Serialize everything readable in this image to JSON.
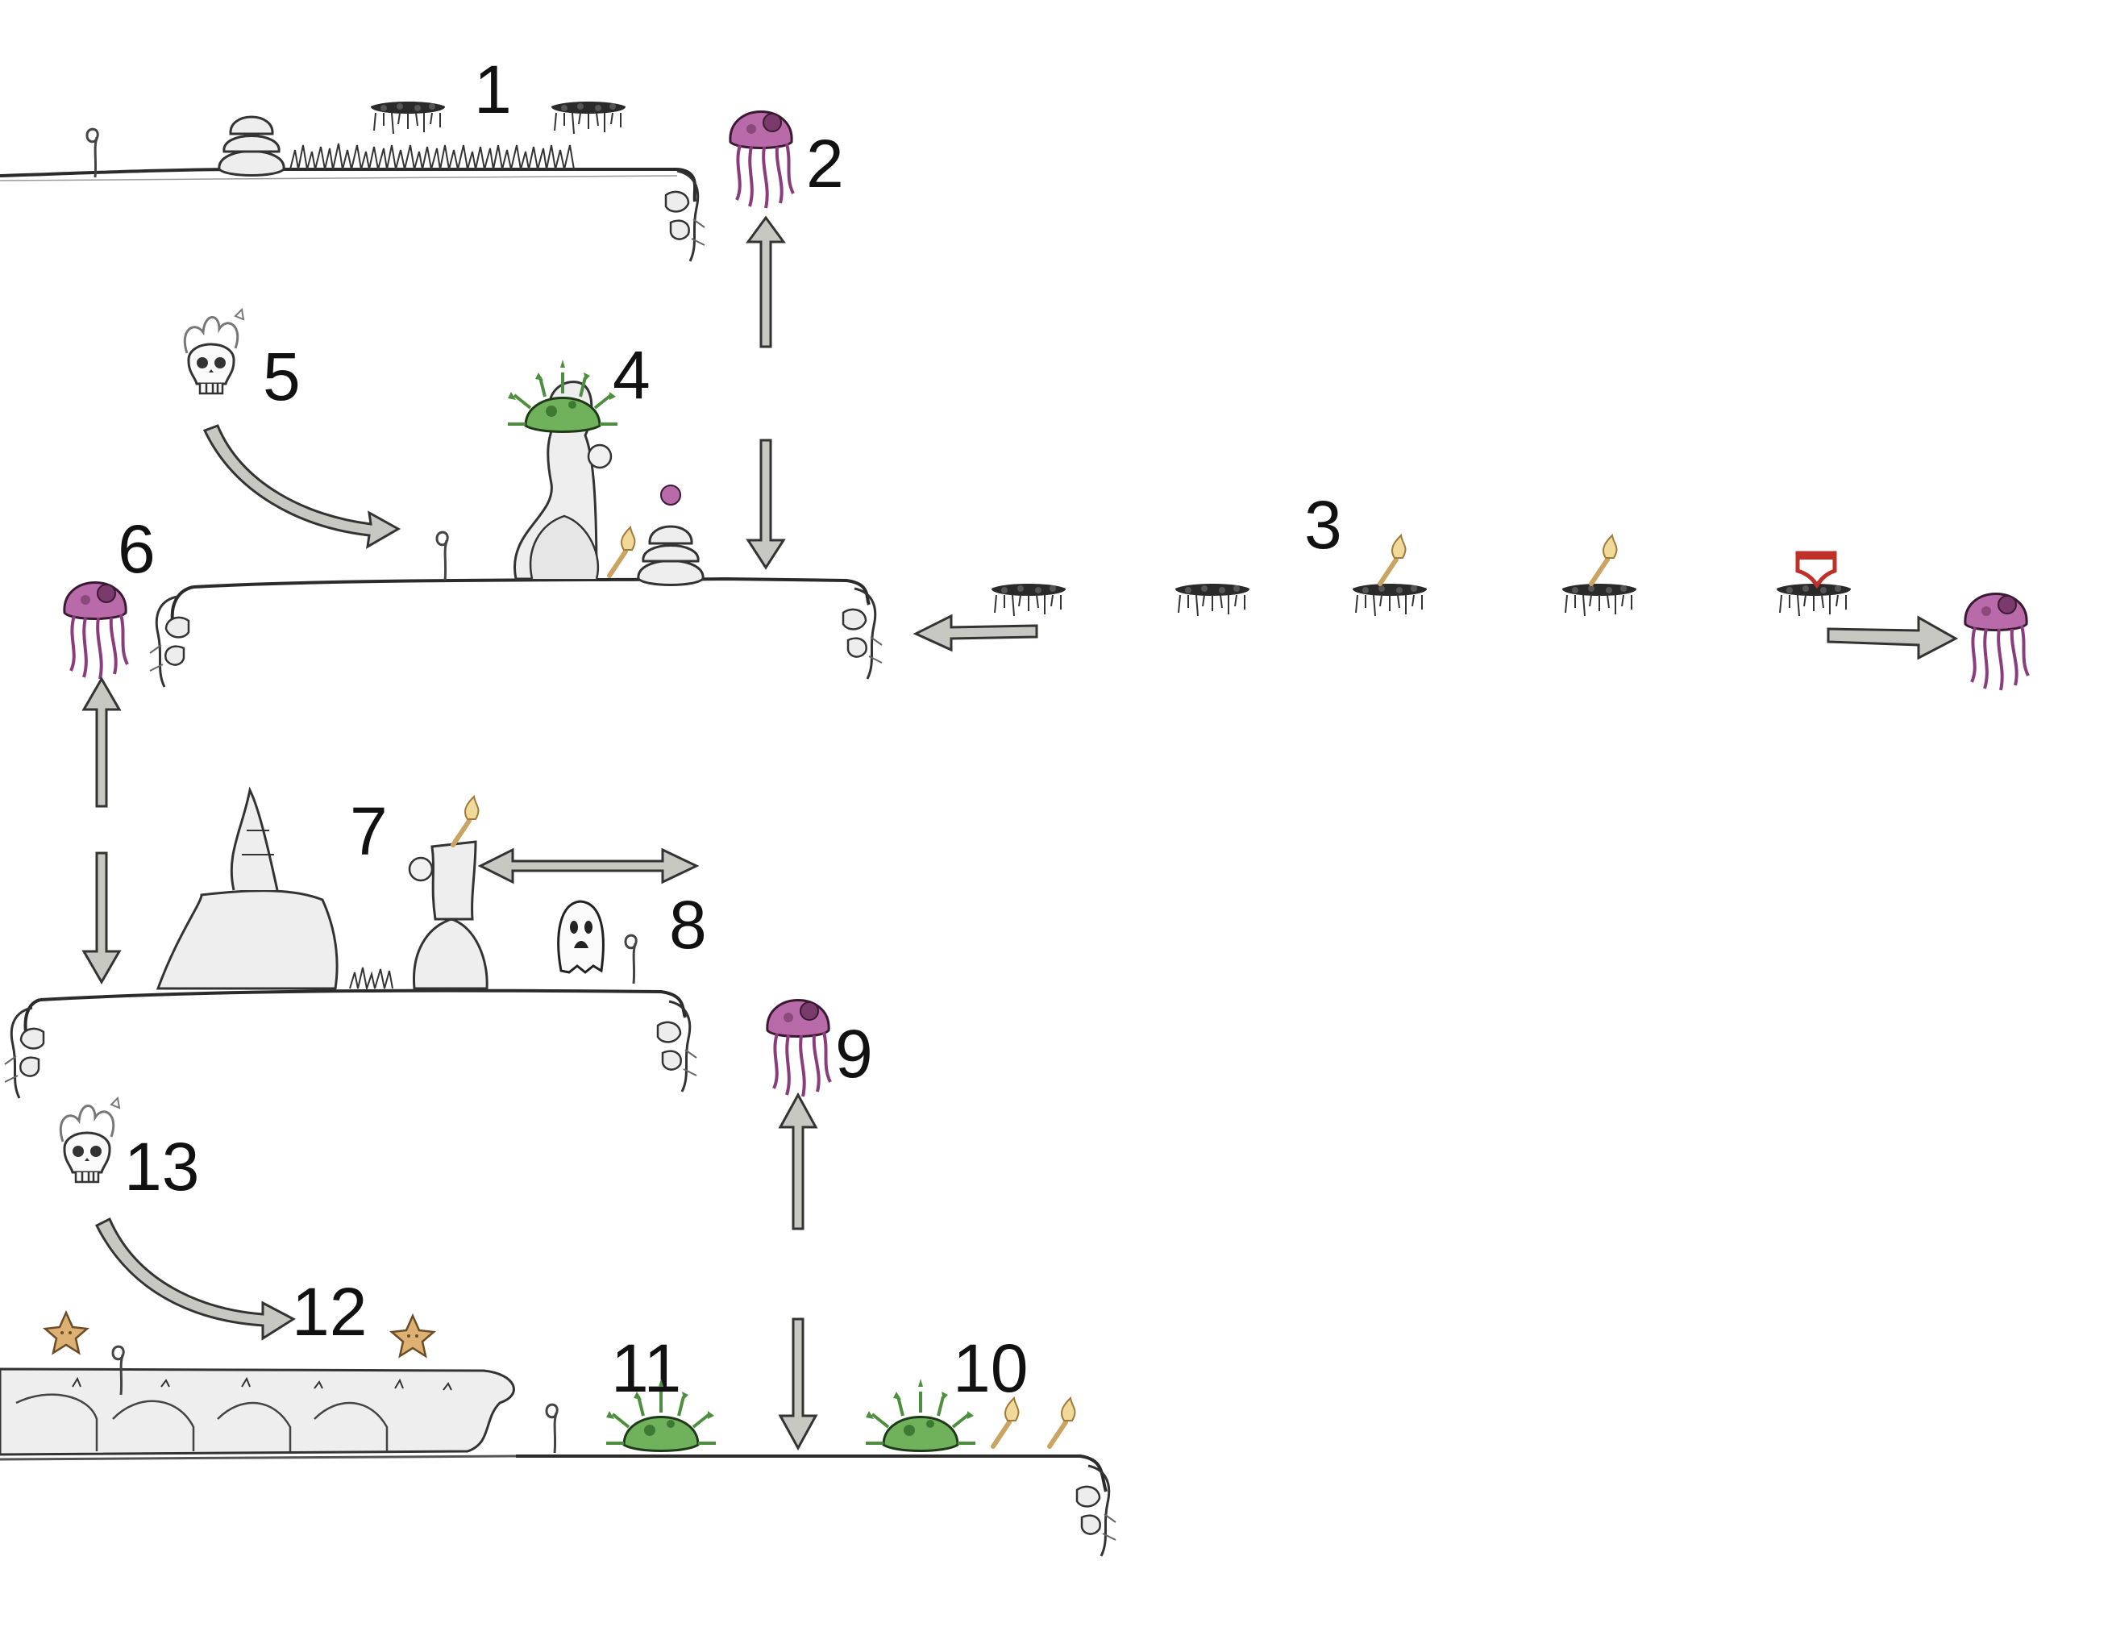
{
  "level_map": {
    "markers": [
      "1",
      "2",
      "3",
      "4",
      "5",
      "6",
      "7",
      "8",
      "9",
      "10",
      "11",
      "12",
      "13"
    ]
  },
  "colors": {
    "ink": "#2b2b2b",
    "ground_fill": "#f4f4f0",
    "rock_fill": "#ececec",
    "jellyfish": "#a0508f",
    "spiky_blob": "#5aa04a",
    "torch": "#d9b36b",
    "star": "#d2a868",
    "underwear": "#c0302a",
    "arrow_fill": "#bdbdb8",
    "platform_dark": "#2a2a2a"
  },
  "icons": {
    "jellyfish": "jellyfish-enemy-icon",
    "spiky_blob": "spiky-blob-enemy-icon",
    "flaming_skull": "flaming-skull-icon",
    "ghost": "ghost-enemy-icon",
    "torch": "torch-pickup-icon",
    "star": "starfish-icon",
    "underwear": "underwear-pickup-icon",
    "fern": "curled-fern-icon"
  }
}
